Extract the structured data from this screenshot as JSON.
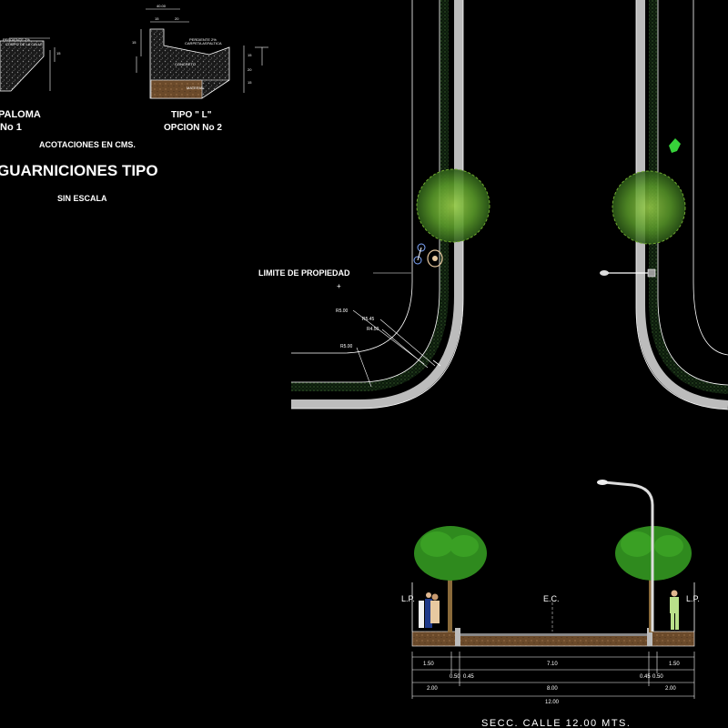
{
  "curb_details": {
    "type_paloma_title": "PALOMA",
    "type_paloma_option": "No 1",
    "type_l_title": "TIPO \" L\"",
    "type_l_option": "OPCION No 2",
    "dims_note": "ACOTACIONES EN CMS.",
    "main_title": "GUARNICIONES TIPO",
    "scale_note": "SIN ESCALA"
  },
  "plan": {
    "property_limit_label": "LIMITE DE PROPIEDAD",
    "radius_labels": [
      "R5.00",
      "R5.45",
      "R4.50",
      "R5.00"
    ]
  },
  "section": {
    "left_lp": "L.P.",
    "center_ec": "E.C.",
    "right_lp": "L.P.",
    "dims_row1": [
      "1.50",
      "7.10",
      "1.50"
    ],
    "dims_row2": [
      "0.50",
      "0.45",
      "0.45",
      "0.50"
    ],
    "dims_row3": [
      "2.00",
      "8.00",
      "2.00"
    ],
    "dims_total": "12.00",
    "caption": "SECC. CALLE 12.00 MTS."
  },
  "colors": {
    "background": "#000000",
    "curb": "#bcbcbc",
    "lines": "#ffffff",
    "tree": "#2d8a1f",
    "soil": "#7a5a3a"
  }
}
